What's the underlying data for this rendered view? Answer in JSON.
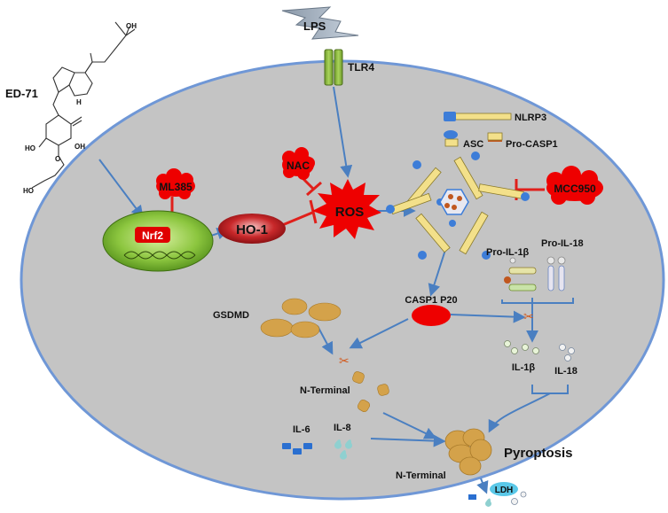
{
  "labels": {
    "ed71": "ED-71",
    "lps": "LPS",
    "tlr4": "TLR4",
    "nlrp3": "NLRP3",
    "asc": "ASC",
    "pro_casp1": "Pro-CASP1",
    "nac": "NAC",
    "ml385": "ML385",
    "mcc950": "MCC950",
    "ros": "ROS",
    "ho1": "HO-1",
    "nrf2": "Nrf2",
    "pro_il1b": "Pro-IL-1β",
    "pro_il18": "Pro-IL-18",
    "gsdmd": "GSDMD",
    "casp1_p20": "CASP1  P20",
    "n_terminal": "N-Terminal",
    "il1b": "IL-1β",
    "il18": "IL-18",
    "il6": "IL-6",
    "il8": "IL-8",
    "pyroptosis": "Pyroptosis",
    "n_terminal_2": "N-Terminal",
    "ldh": "LDH"
  },
  "molecule_labels": {
    "oh_top": "OH",
    "h": "H",
    "ho_left": "HO",
    "oh_ring": "OH",
    "o": "O",
    "ho_chain": "HO"
  },
  "colors": {
    "cell_fill": "#c4c4c4",
    "cell_border": "#6f97d6",
    "arrow": "#4a7fc1",
    "inhibitor": "#e0201b",
    "red_blob": "#ee0000",
    "nucleus_green": "#7dbb2c",
    "protein_tan": "#d4a24a"
  }
}
